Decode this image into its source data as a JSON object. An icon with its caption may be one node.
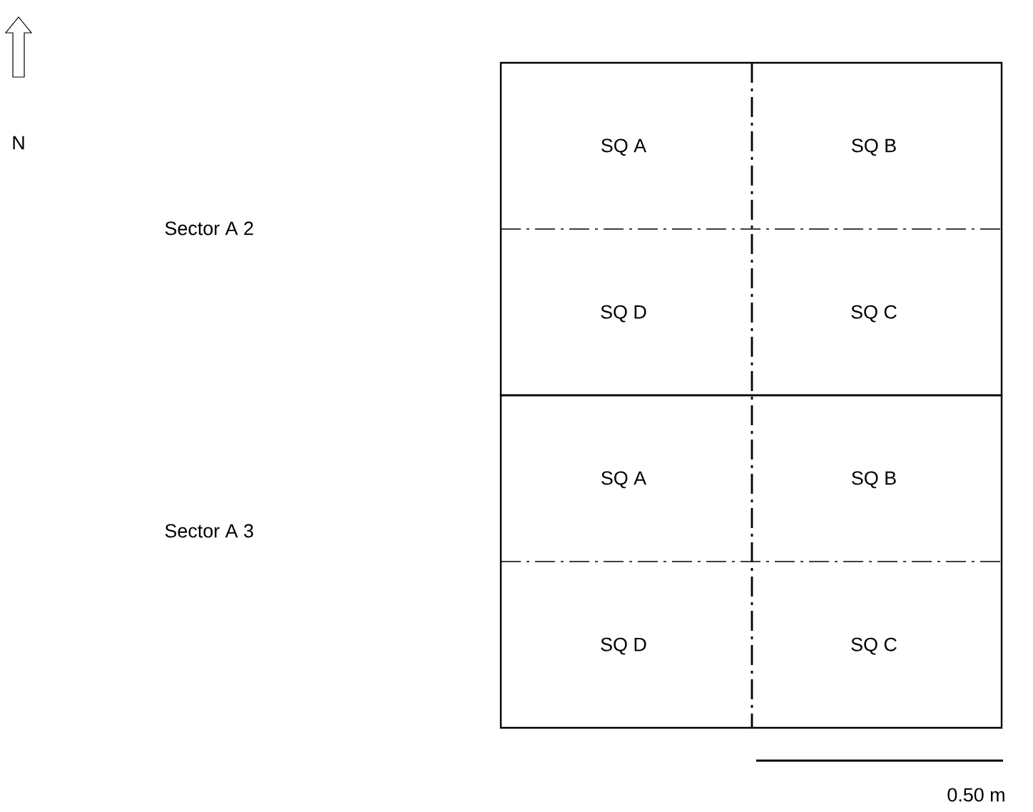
{
  "diagram": {
    "nodes": [
      {
        "text": [],
        "shape": "box"
      },
      {
        "text": [
          "SQ A"
        ],
        "in": 0
      },
      {
        "text": [
          "SQ B"
        ],
        "in": 0
      },
      {
        "text": [
          "SQ D"
        ],
        "in": 0
      },
      {
        "text": [
          "SQ C"
        ],
        "in": 0
      },
      {
        "text": [],
        "shape": "box"
      },
      {
        "text": [
          "SQ A"
        ],
        "in": 5
      },
      {
        "text": [
          "SQ B"
        ],
        "in": 5
      },
      {
        "text": [
          "SQ D"
        ],
        "in": 5
      },
      {
        "text": [
          "SQ C"
        ],
        "in": 5
      }
    ],
    "labels": [
      "N",
      "Sector A 2",
      "Sector A 3",
      "0.50 m"
    ]
  }
}
